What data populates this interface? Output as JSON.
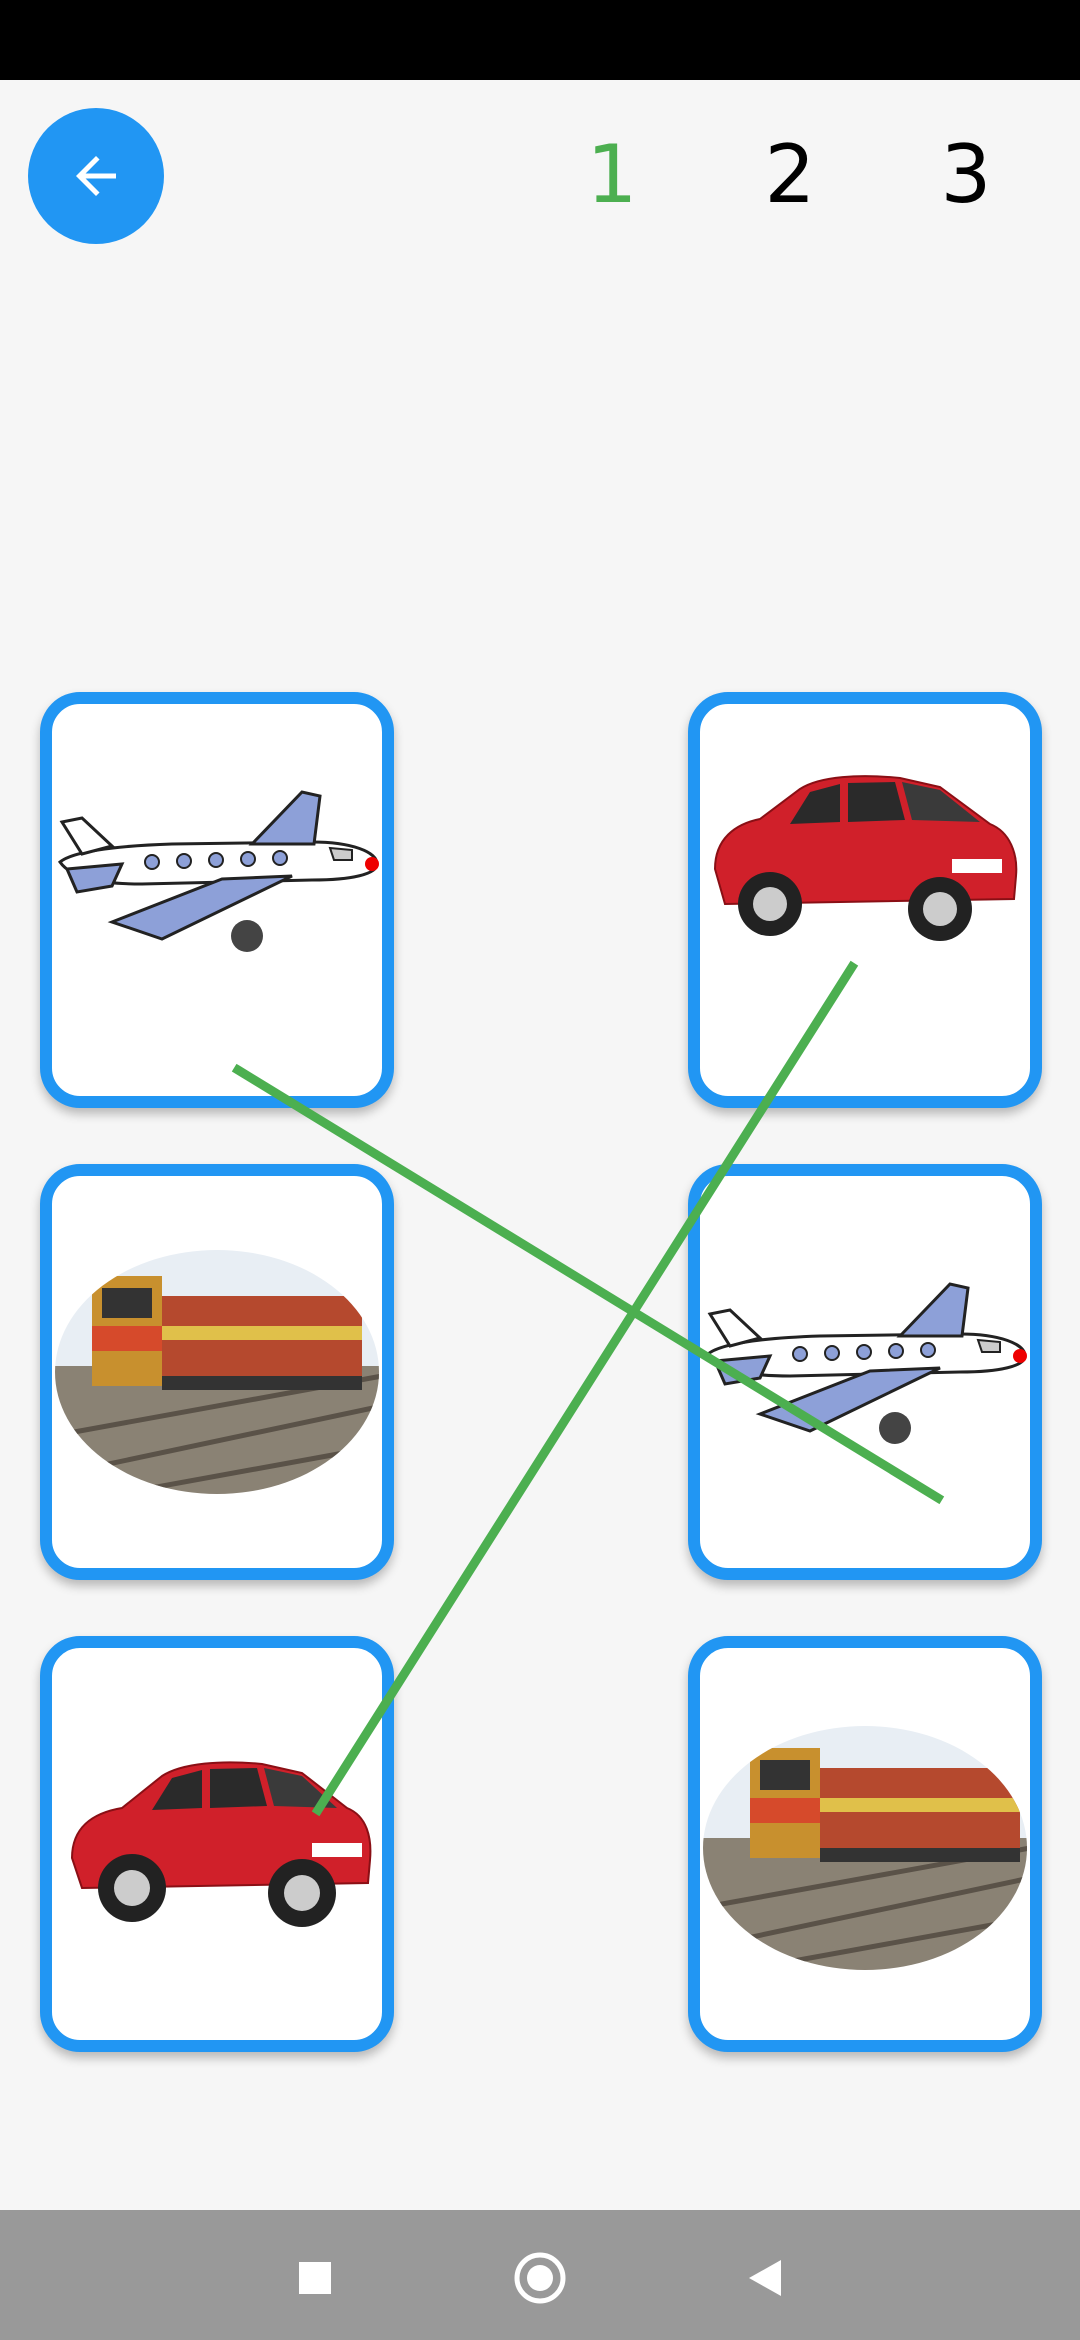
{
  "levels": {
    "items": [
      {
        "label": "1",
        "state": "active"
      },
      {
        "label": "2",
        "state": "inactive"
      },
      {
        "label": "3",
        "state": "inactive"
      }
    ]
  },
  "cards": {
    "left": [
      "airplane",
      "train",
      "car"
    ],
    "right": [
      "car",
      "airplane",
      "train"
    ]
  },
  "connections": [
    {
      "from": "left-airplane",
      "to": "right-airplane"
    },
    {
      "from": "left-car",
      "to": "right-car"
    }
  ],
  "colors": {
    "accent": "#2196f3",
    "active_level": "#4caf50",
    "connection_line": "#4caf50"
  },
  "icons": {
    "back": "arrow-left-icon",
    "nav_recents": "square-icon",
    "nav_home": "circle-icon",
    "nav_back": "triangle-back-icon"
  }
}
